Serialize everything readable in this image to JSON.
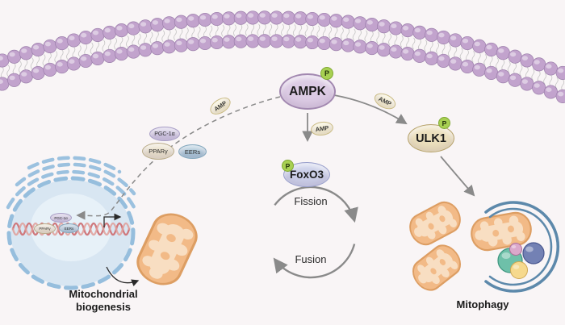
{
  "molecules": {
    "ampk": {
      "label": "AMPK",
      "phospho": "P"
    },
    "foxo3": {
      "label": "FoxO3",
      "phospho": "P"
    },
    "ulk1": {
      "label": "ULK1",
      "phospho": "P"
    },
    "amp": {
      "label": "AMP"
    },
    "transcription_factors": {
      "pgc1a": "PGC-1α",
      "ppar_gamma": "PPARγ",
      "eers": "EERs"
    }
  },
  "processes": {
    "fission": "Fission",
    "fusion": "Fusion",
    "mitochondrial_biogenesis": [
      "Mitochondrial",
      "biogenesis"
    ],
    "mitophagy": "Mitophagy"
  },
  "colors": {
    "background": "#f9f5f6",
    "membrane_bead": "#c2a3cd",
    "membrane_bead_edge": "#9c7fab",
    "membrane_tail": "#b0b0b0",
    "phospho_green": "#a8d052",
    "phospho_green_edge": "#7fa832",
    "amp_fill": "#f6efcf",
    "amp_edge": "#cabb84",
    "ampk_fill": "#dccbe4",
    "ampk_edge": "#a288b0",
    "foxo3_fill": "#ccd0e9",
    "foxo3_edge": "#9aa0cc",
    "ulk1_fill": "#ece0bd",
    "ulk1_edge": "#b5a169",
    "pgc1a_fill": "#cfc6e2",
    "ppary_fill": "#e9e0cb",
    "eers_fill": "#aac6d8",
    "nucleus_fill": "#d8e6f2",
    "nucleus_edge": "#96bedd",
    "dna_color": "#cf787c",
    "mito_body": "#f2ba87",
    "mito_edge": "#dd9e63",
    "mito_inner": "#f8dec2",
    "phagophore": "#5d89ab",
    "sphere_teal": "#6ec0a9",
    "sphere_pink": "#dba8cb",
    "sphere_indigo": "#7381b4",
    "sphere_yellow": "#f6d98e",
    "arrow_gray": "#8a8a8a",
    "arrow_dark": "#2a2a2a"
  }
}
